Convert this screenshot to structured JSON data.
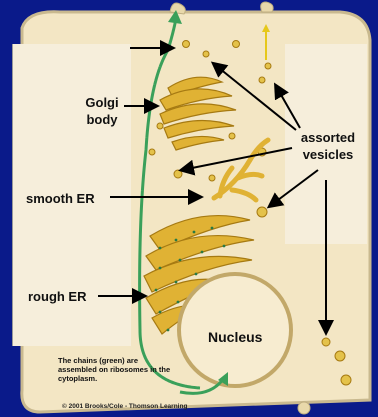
{
  "labels": {
    "golgi": "Golgi body",
    "smooth_er": "smooth ER",
    "rough_er": "rough ER",
    "vesicles": "assorted vesicles",
    "nucleus": "Nucleus",
    "chains_note": "The chains (green) are assembled on ribosomes in the cytoplasm.",
    "credit": "© 2001 Brooks/Cole - Thomson Learning"
  },
  "colors": {
    "background": "#0a1a8a",
    "cell_fill": "#f3e6c4",
    "cell_border": "#c9b98f",
    "organelle": "#e0b234",
    "organelle_edge": "#a67a12",
    "nucleus_fill": "#f7ecd0",
    "chain_green": "#3aa05a",
    "arrow": "#000000"
  }
}
